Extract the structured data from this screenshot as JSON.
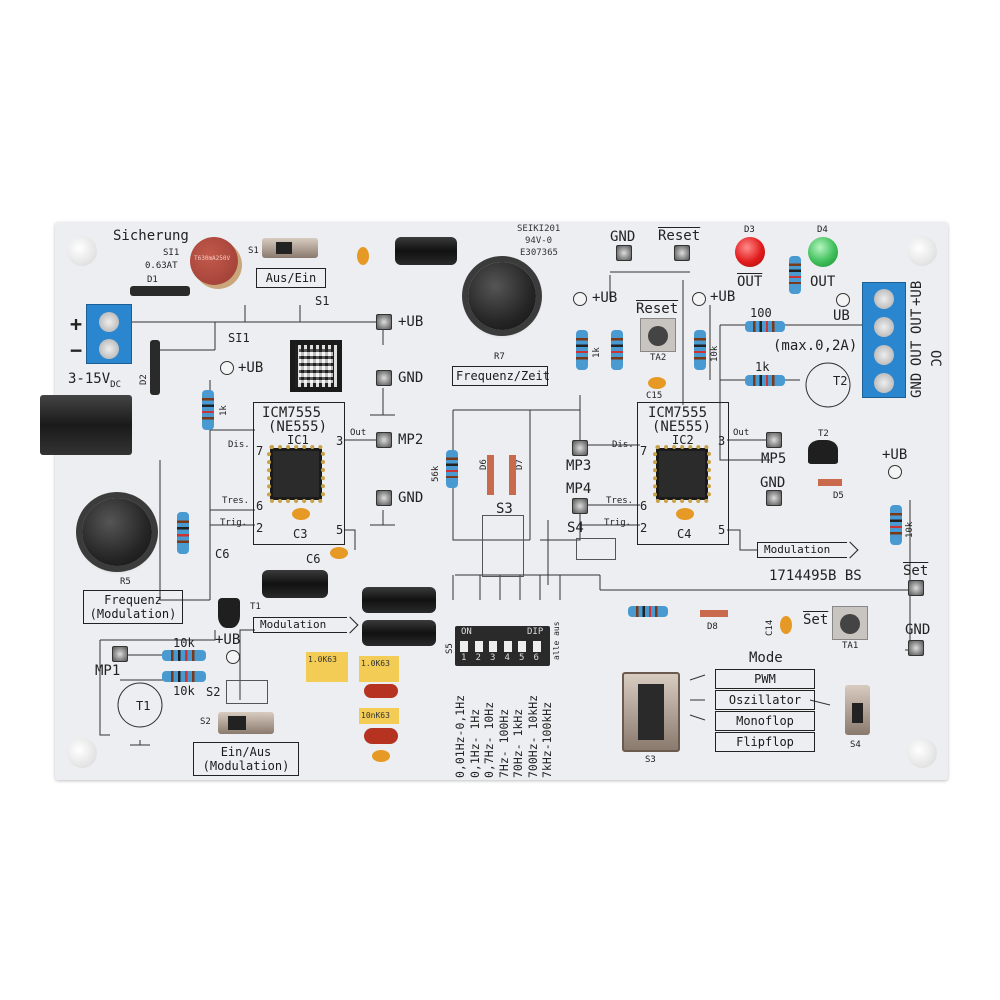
{
  "board": {
    "color": "#eceef1",
    "pcb_id": "1714495B BS",
    "logo_text": [
      "SEIKI201",
      "94V-0",
      "E307365"
    ]
  },
  "power": {
    "title": "Sicherung",
    "fuse_ref": "SI1",
    "fuse_rating": "0.63AT",
    "fuse_marking": "T630mA250V",
    "fuse_schematic": "SI1",
    "switch_ref": "S1",
    "switch_schematic": "S1",
    "switch_label": "Aus/Ein",
    "diode1": "D1",
    "diode2": "D2",
    "plus": "+",
    "minus": "−",
    "voltage": "3-15V",
    "voltage_sub": "DC"
  },
  "ic1": {
    "name": "ICM7555",
    "alt": "(NE555)",
    "ref": "IC1",
    "dis": "Dis.",
    "pin7": "7",
    "tres": "Tres.",
    "pin6": "6",
    "trig": "Trig.",
    "pin2": "2",
    "out": "Out",
    "pin3": "3",
    "pin5": "5",
    "cap": "C3"
  },
  "ic2": {
    "name": "ICM7555",
    "alt": "(NE555)",
    "ref": "IC2",
    "dis": "Dis.",
    "pin7": "7",
    "tres": "Tres.",
    "pin6": "6",
    "trig": "Trig.",
    "pin2": "2",
    "out": "Out",
    "pin3": "3",
    "pin5": "5",
    "cap": "C4"
  },
  "testpoints": {
    "ub_top": "+UB",
    "gnd_1": "GND",
    "mp2": "MP2",
    "gnd_2": "GND",
    "gnd_top": "GND",
    "reset_top": "Reset",
    "mp3": "MP3",
    "mp4": "MP4",
    "mp5": "MP5",
    "gnd_3": "GND",
    "set": "Set",
    "gnd_4": "GND",
    "mp1": "MP1"
  },
  "misc_labels": {
    "ub_r1": "+UB",
    "r1_value": "1k",
    "r7_label": "Frequenz/Zeit",
    "r7_ref": "R7",
    "ub_2": "+UB",
    "ub_3": "+UB",
    "ub_4": "+UB",
    "ub_5": "+UB",
    "r_1k_b": "1k",
    "r_10k_b": "10k",
    "reset_btn": "Reset",
    "ta2": "TA2",
    "c15": "C15",
    "d3": "D3",
    "d4": "D4",
    "out_red": "OUT",
    "out_green": "OUT",
    "ub_term": "UB",
    "r100": "100",
    "max_current": "(max.0,2A)",
    "r1k_t2": "1k",
    "t2_sym": "T2",
    "t2_part": "T2",
    "d5": "D5",
    "r10k_set": "10k",
    "terminal": [
      "GND",
      "OUT",
      "OUT",
      "+UB"
    ],
    "oc": "OC",
    "r56k": "56k",
    "d6": "D6",
    "d7": "D7",
    "s3_sch": "S3",
    "s4_sch": "S4",
    "modulation_out": "Modulation",
    "set_btn": "Set",
    "ta1": "TA1",
    "c14": "C14",
    "d8": "D8"
  },
  "modulation": {
    "r5": "R5",
    "pot_label_1": "Frequenz",
    "pot_label_2": "(Modulation)",
    "c6_a": "C6",
    "c6_b": "C6",
    "t1": "T1",
    "t1_sym": "T1",
    "arrow": "Modulation",
    "ub": "+UB",
    "r_a": "10k",
    "r_b": "10k",
    "s2_sch": "S2",
    "s2_part": "S2",
    "switch_label_1": "Ein/Aus",
    "switch_label_2": "(Modulation)"
  },
  "capacitors": [
    "1.0K63",
    "1.0K63",
    "10nK63"
  ],
  "dip": {
    "ref": "S5",
    "on": "ON",
    "dip": "DIP",
    "all_off": "alle aus",
    "positions": [
      "1",
      "2",
      "3",
      "4",
      "5",
      "6"
    ],
    "ranges": [
      "0,01Hz-0,1Hz",
      "0,1Hz- 1Hz",
      "0,7Hz- 10Hz",
      "7Hz- 100Hz",
      "70Hz- 1kHz",
      "700Hz- 10kHz",
      "7kHz-100kHz"
    ]
  },
  "mode": {
    "title": "Mode",
    "options": [
      "PWM",
      "Oszillator",
      "Monoflop",
      "Flipflop"
    ],
    "s3": "S3",
    "s4": "S4"
  },
  "colors": {
    "led_red": "#e21b1b",
    "led_green": "#3fbf5a",
    "terminal_blue": "#2a86cf",
    "resistor_blue": "#4a9ad2"
  }
}
